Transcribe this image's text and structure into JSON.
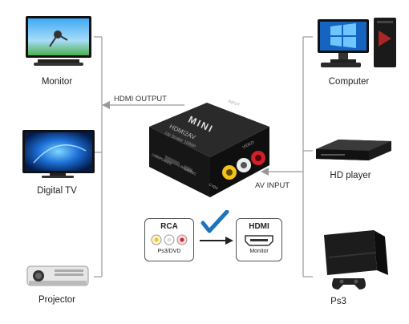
{
  "devices_left": [
    {
      "name": "Monitor"
    },
    {
      "name": "Digital  TV"
    },
    {
      "name": "Projector"
    }
  ],
  "devices_right": [
    {
      "name": "Computer"
    },
    {
      "name": "HD player"
    },
    {
      "name": "Ps3"
    }
  ],
  "connections": {
    "output_label": "HDMI OUTPUT",
    "input_label": "AV INPUT"
  },
  "converter": {
    "brand": "MINI",
    "model": "HDMI2AV",
    "subtitle": "Up Scaler 1080P",
    "power_label": "INPUT",
    "video_label": "VIDEO",
    "usb_label": "USB/POWER",
    "pal_label": "PAL/NTSC",
    "cvbs_label": "CVBS"
  },
  "diagram": {
    "rca_title": "RCA",
    "rca_sub": "Ps3/DVD",
    "hdmi_title": "HDMI",
    "hdmi_sub": "Monitor"
  },
  "colors": {
    "accent": "#1e73be",
    "line": "#999999",
    "device_black": "#1a1a1a"
  }
}
